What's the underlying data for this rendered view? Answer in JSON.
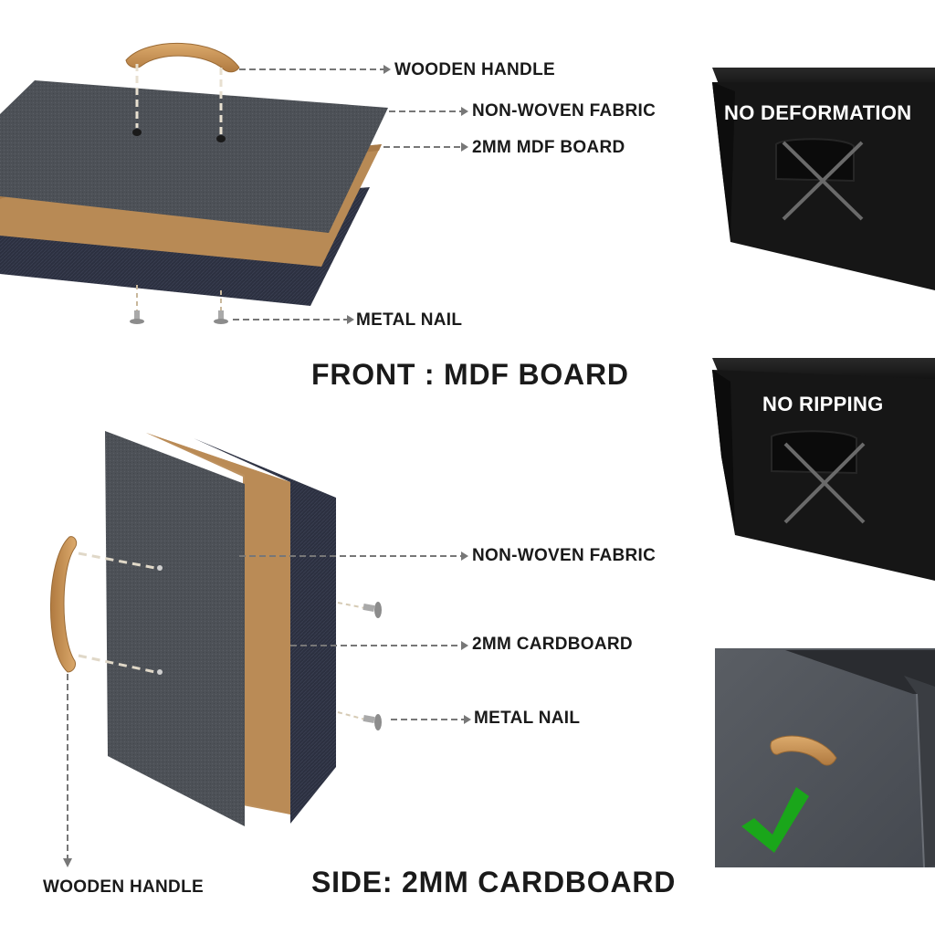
{
  "front_assembly": {
    "labels": {
      "handle": "WOODEN HANDLE",
      "fabric": "NON-WOVEN FABRIC",
      "board": "2MM MDF BOARD",
      "nail": "METAL NAIL"
    },
    "caption": "FRONT : MDF BOARD"
  },
  "side_assembly": {
    "labels": {
      "fabric": "NON-WOVEN FABRIC",
      "board": "2MM CARDBOARD",
      "nail": "METAL NAIL",
      "handle": "WOODEN HANDLE"
    },
    "caption": "SIDE: 2MM CARDBOARD"
  },
  "comparison_panels": [
    {
      "text": "NO DEFORMATION",
      "mark": "cross-icon"
    },
    {
      "text": "NO RIPPING",
      "mark": "cross-icon"
    },
    {
      "text": "",
      "mark": "check-icon"
    }
  ],
  "colors": {
    "fabric_gray": "#4b4f55",
    "mdf_brown": "#b88a55",
    "backing_navy": "#2b2f3d",
    "wood": "#c9975f",
    "panel_black": "#141414",
    "check_green": "#1aa61a"
  }
}
